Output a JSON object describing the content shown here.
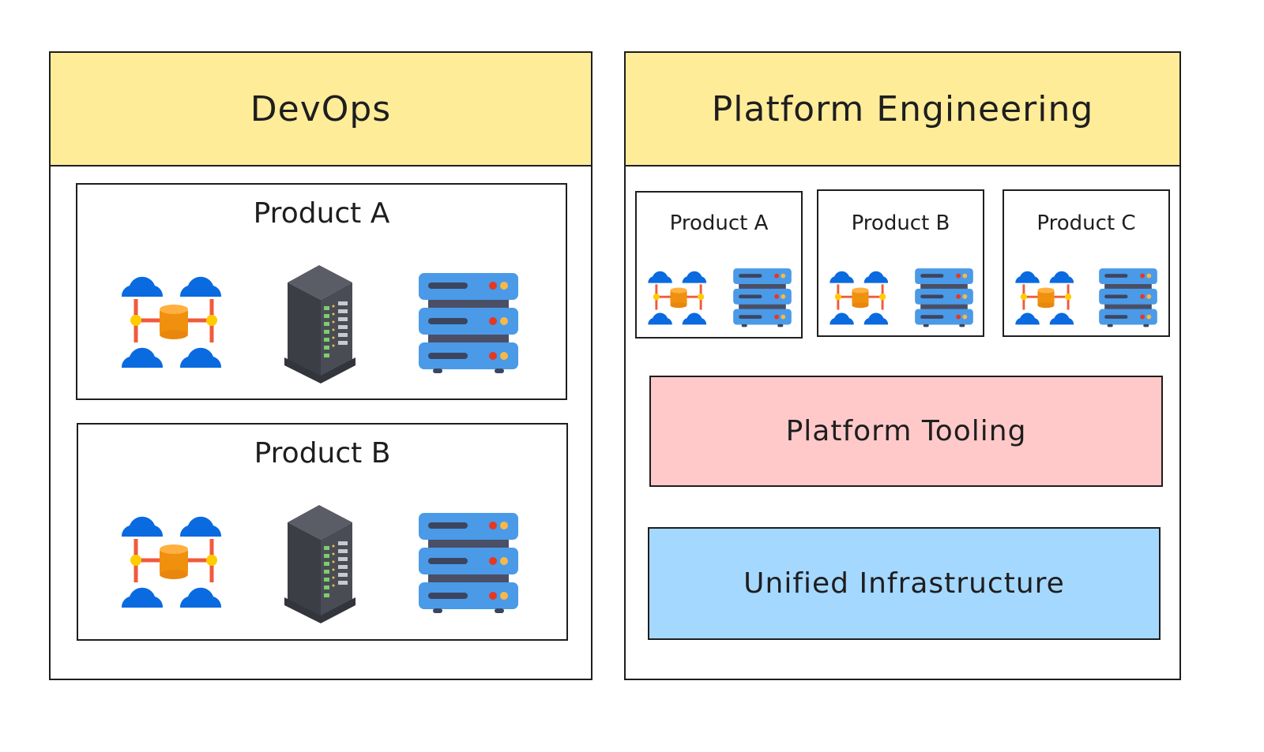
{
  "devops": {
    "title": "DevOps",
    "products": [
      {
        "label": "Product A",
        "icons": [
          "cloud-network-icon",
          "server-rack-icon",
          "server-stack-icon"
        ]
      },
      {
        "label": "Product B",
        "icons": [
          "cloud-network-icon",
          "server-rack-icon",
          "server-stack-icon"
        ]
      }
    ]
  },
  "platform": {
    "title": "Platform Engineering",
    "products": [
      {
        "label": "Product A",
        "icons": [
          "cloud-network-icon",
          "server-stack-icon"
        ]
      },
      {
        "label": "Product B",
        "icons": [
          "cloud-network-icon",
          "server-stack-icon"
        ]
      },
      {
        "label": "Product C",
        "icons": [
          "cloud-network-icon",
          "server-stack-icon"
        ]
      }
    ],
    "layers": [
      {
        "label": "Platform Tooling",
        "color": "#ffc9c9"
      },
      {
        "label": "Unified Infrastructure",
        "color": "#a5d8ff"
      }
    ]
  },
  "colors": {
    "header": "#ffec99",
    "stroke": "#1e1e1e",
    "cloud": "#0a6ae0",
    "database": "#f7961e",
    "link": "#f05a3c",
    "node": "#ffcc00",
    "server_blue": "#4a9ae8",
    "rack_dark": "#44464f"
  }
}
